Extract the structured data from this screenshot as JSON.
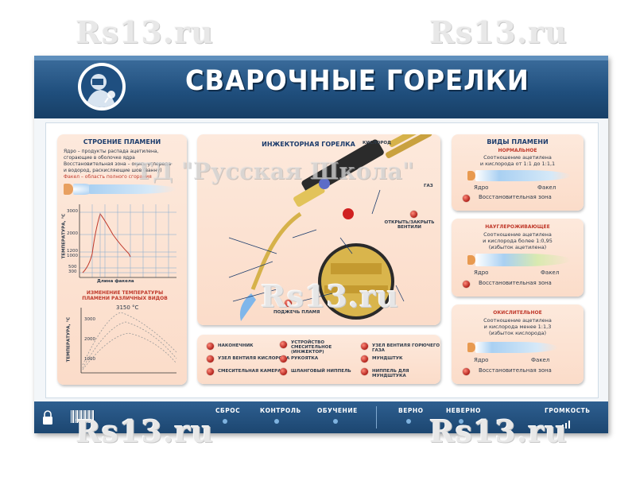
{
  "watermarks": [
    "Rs13.ru",
    "Rs13.ru",
    "Rs13.ru",
    "Rs13.ru",
    "Rs13.ru"
  ],
  "center_watermark": "ТД \"Русская Школа\"",
  "header": {
    "title": "СВАРОЧНЫЕ ГОРЕЛКИ"
  },
  "flame_structure": {
    "title": "СТРОЕНИЕ ПЛАМЕНИ",
    "text1": "Ядро – продукты распада ацетилена,",
    "text2": "сгорающие в оболочке ядра",
    "text3": "Восстановительная зона – окись углерода",
    "text4": "и водород, раскисляющие шов (ванну)",
    "text5": "Факел – область полного сгорания",
    "y_axis": "ТЕМПЕРАТУРА, °С",
    "x_axis": "Длина факела",
    "ticks": [
      "3000",
      "2000",
      "1200",
      "1000",
      "500",
      "300"
    ],
    "graph2_title": "ИЗМЕНЕНИЕ ТЕМПЕРАТУРЫ ПЛАМЕНИ РАЗЛИЧНЫХ ВИДОВ",
    "graph2_peak": "3150 °С",
    "graph2_ticks": [
      "3000",
      "2000",
      "1000"
    ],
    "graph2_y": "ТЕМПЕРАТУРА, °С"
  },
  "injector": {
    "title": "ИНЖЕКТОРНАЯ ГОРЕЛКА",
    "label_oxygen": "КИСЛОРОД",
    "label_gas": "ГАЗ",
    "label_valves": "ОТКРЫТЬ/ЗАКРЫТЬ ВЕНТИЛИ",
    "label_ignite": "ПОДЖЕЧЬ ПЛАМЯ"
  },
  "legend": [
    "НАКОНЕЧНИК",
    "УСТРОЙСТВО СМЕСИТЕЛЬНОЕ (ИНЖЕКТОР)",
    "УЗЕЛ ВЕНТИЛЯ ГОРЮЧЕГО ГАЗА",
    "УЗЕЛ ВЕНТИЛЯ КИСЛОРОДА",
    "РУКОЯТКА",
    "МУНДШТУК",
    "СМЕСИТЕЛЬНАЯ КАМЕРА",
    "ШЛАНГОВЫЙ НИППЕЛЬ",
    "НИППЕЛЬ ДЛЯ МУНДШТУКА"
  ],
  "flame_types": {
    "title": "ВИДЫ ПЛАМЕНИ",
    "normal": {
      "name": "НОРМАЛЬНОЕ",
      "desc1": "Соотношение ацетилена",
      "desc2": "и кислорода от 1:1 до 1:1,1"
    },
    "carburizing": {
      "name": "НАУГЛЕРОЖИВАЮЩЕЕ",
      "desc1": "Соотношение ацетилена",
      "desc2": "и кислорода более 1:0,95",
      "desc3": "(избыток ацетилена)"
    },
    "oxidizing": {
      "name": "ОКИСЛИТЕЛЬНОЕ",
      "desc1": "Соотношение ацетилена",
      "desc2": "и кислорода менее 1:1,3",
      "desc3": "(избыток кислорода)"
    },
    "core": "Ядро",
    "torch": "Факел",
    "reducing_zone": "Восстановительная зона"
  },
  "toolbar": {
    "reset": "СБРОС",
    "control": "КОНТРОЛЬ",
    "training": "ОБУЧЕНИЕ",
    "correct": "ВЕРНО",
    "wrong": "НЕВЕРНО",
    "volume": "ГРОМКОСТЬ"
  }
}
